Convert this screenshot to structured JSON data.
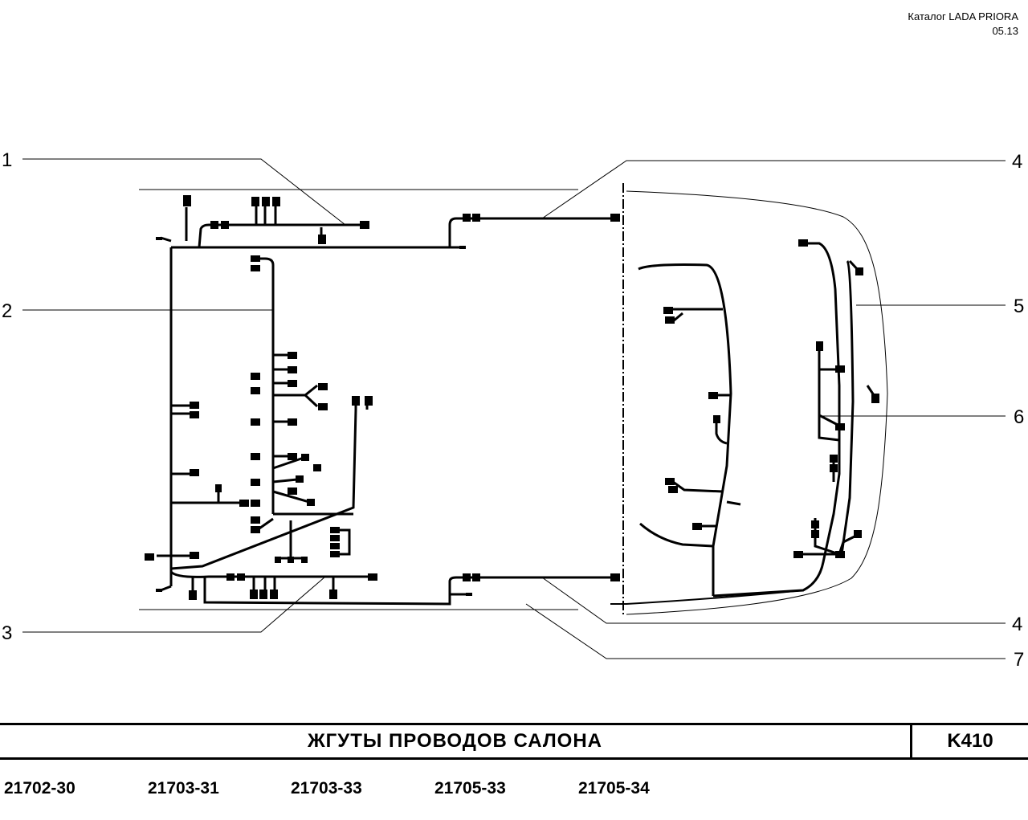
{
  "header": {
    "catalog": "Каталог  LADA  PRIORA",
    "date": "05.13"
  },
  "callouts": [
    "1",
    "2",
    "3",
    "4",
    "5",
    "6",
    "4",
    "7"
  ],
  "footer": {
    "title": "ЖГУТЫ   ПРОВОДОВ   САЛОНА",
    "code": "K410",
    "models": [
      "21702-30",
      "21703-31",
      "21703-33",
      "21705-33",
      "21705-34"
    ]
  },
  "colors": {
    "line": "#000000",
    "background": "#ffffff"
  }
}
